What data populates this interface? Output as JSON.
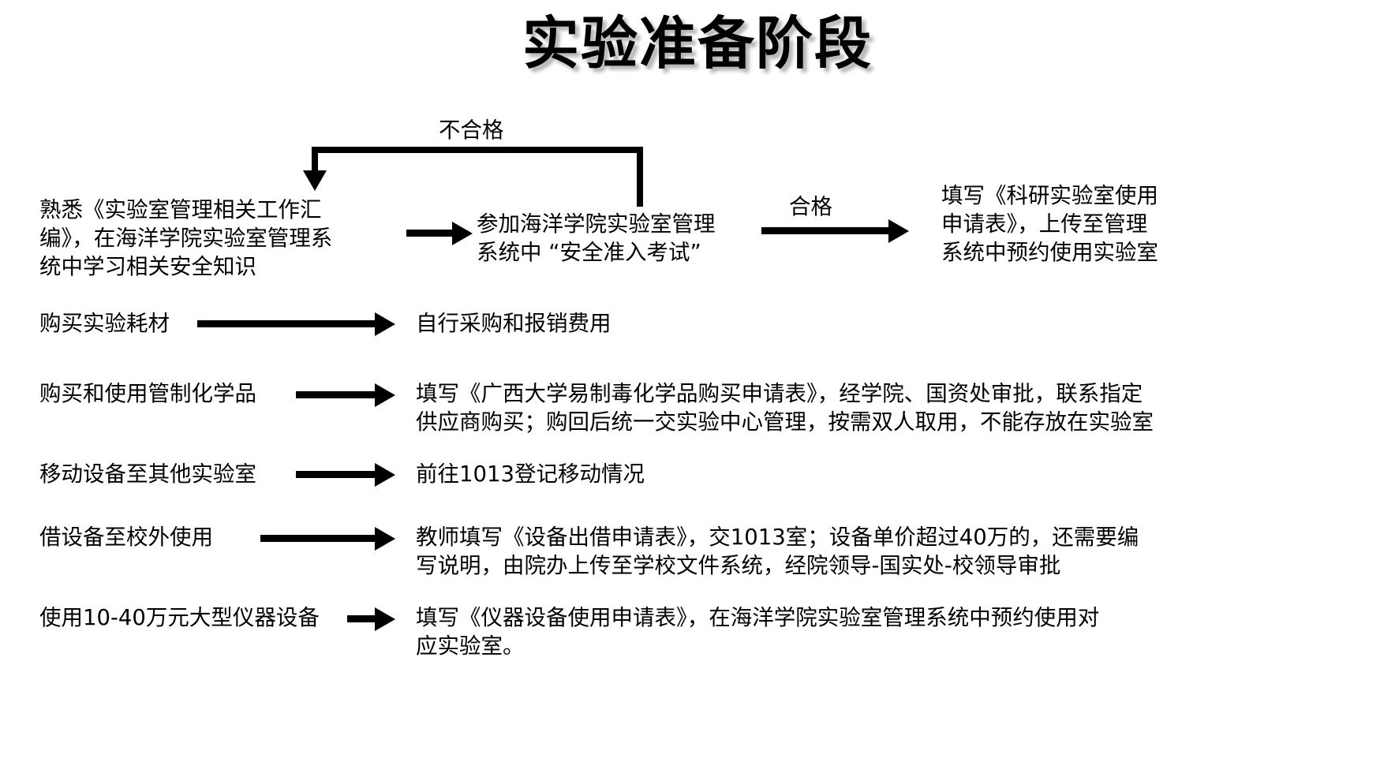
{
  "title": "实验准备阶段",
  "flow_top": {
    "fail_label": "不合格",
    "pass_label": "合格",
    "step_learn": "熟悉《实验室管理相关工作汇\n编》，在海洋学院实验室管理系\n统中学习相关安全知识",
    "step_exam": "参加海洋学院实验室管理\n系统中 “安全准入考试”",
    "step_apply": "填写《科研实验室使用\n申请表》，上传至管理\n系统中预约使用实验室"
  },
  "rows": [
    {
      "task": "购买实验耗材",
      "action": "自行采购和报销费用"
    },
    {
      "task": "购买和使用管制化学品",
      "action": "填写《广西大学易制毒化学品购买申请表》，经学院、国资处审批，联系指定\n供应商购买；购回后统一交实验中心管理，按需双人取用，不能存放在实验室"
    },
    {
      "task": "移动设备至其他实验室",
      "action": "前往1013登记移动情况"
    },
    {
      "task": "借设备至校外使用",
      "action": "教师填写《设备出借申请表》，交1013室；设备单价超过40万的，还需要编\n写说明，由院办上传至学校文件系统，经院领导-国实处-校领导审批"
    },
    {
      "task": "使用10-40万元大型仪器设备",
      "action": "填写《仪器设备使用申请表》，在海洋学院实验室管理系统中预约使用对\n应实验室。"
    }
  ],
  "colors": {
    "ink": "#000000",
    "background": "#ffffff",
    "title_shadow": "#787878"
  }
}
